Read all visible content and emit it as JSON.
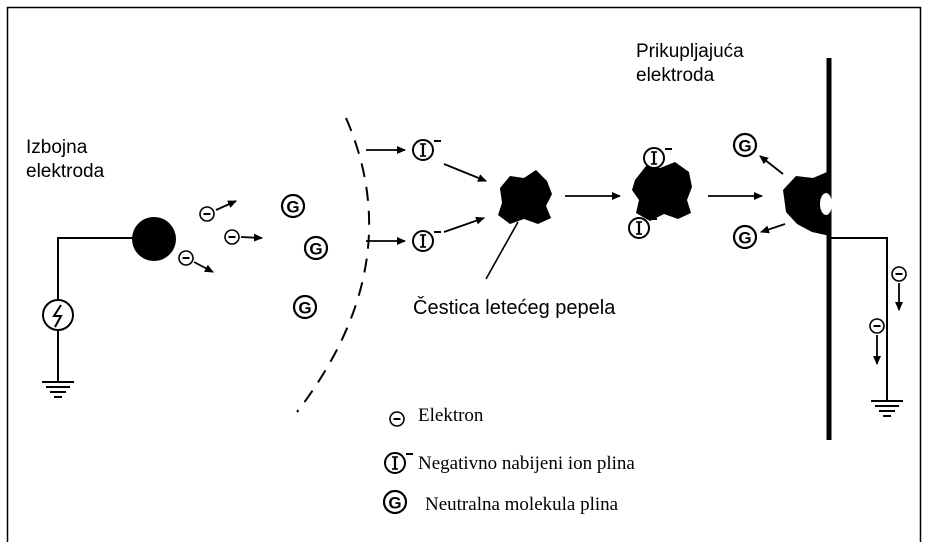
{
  "labels": {
    "discharge_electrode": "Izbojna elektroda",
    "collecting_electrode": "Prikupljajuća elektroda",
    "fly_ash_particle": "Čestica letećeg pepela"
  },
  "legend": [
    {
      "symbol": "electron",
      "text": "Elektron"
    },
    {
      "symbol": "negative-ion",
      "text": "Negativno nabijeni ion plina"
    },
    {
      "symbol": "neutral-molecule",
      "text": "Neutralna molekula plina"
    }
  ],
  "symbols": {
    "ion_letter": "I",
    "neutral_letter": "G",
    "ion_charge": "–",
    "electron_sign": "–"
  },
  "colors": {
    "line": "#000000",
    "background": "#ffffff"
  },
  "icons": [
    "power-source-icon",
    "ground-icon",
    "electron-icon",
    "negative-ion-icon",
    "neutral-molecule-icon"
  ]
}
